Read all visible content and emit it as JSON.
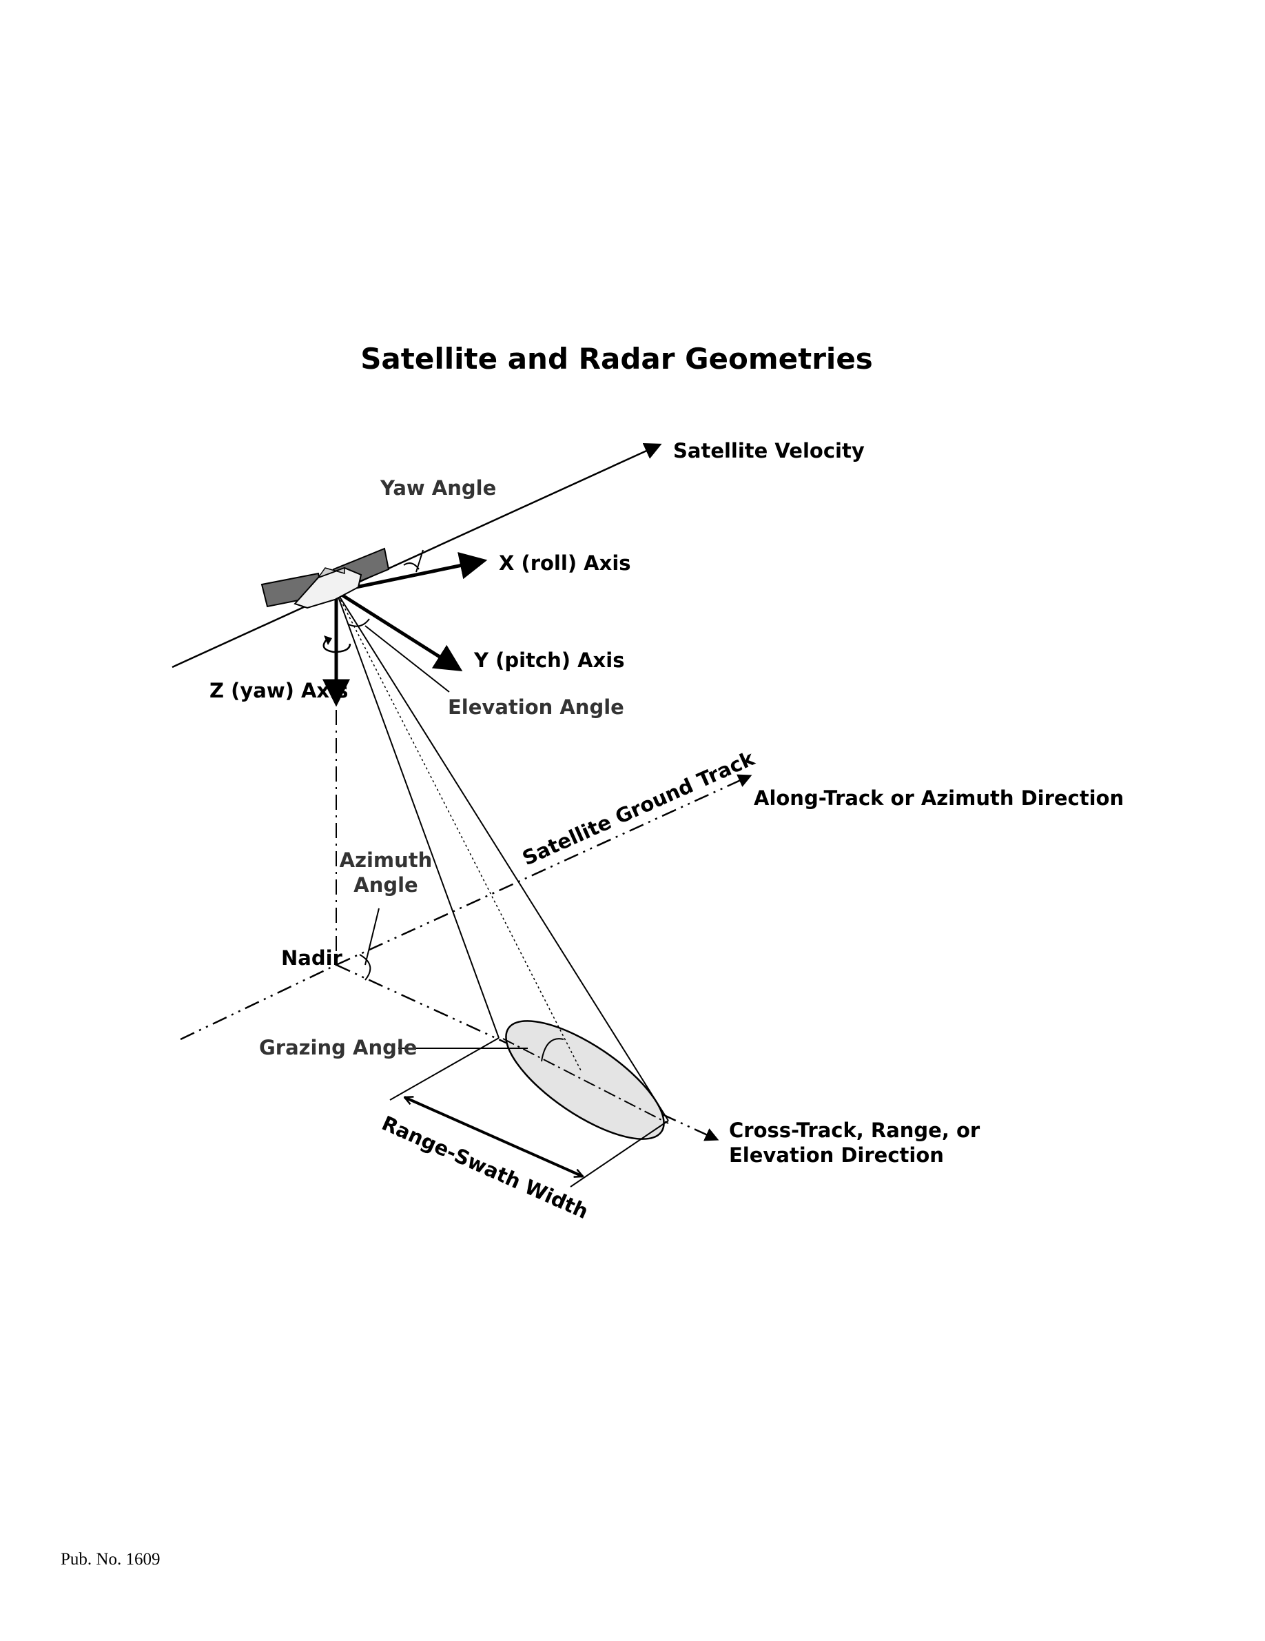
{
  "title": "Satellite and Radar Geometries",
  "labels": {
    "satellite_velocity": "Satellite Velocity",
    "yaw_angle": "Yaw Angle",
    "x_axis": "X (roll) Axis",
    "y_axis": "Y (pitch) Axis",
    "z_axis": "Z (yaw) Axis",
    "elevation_angle": "Elevation Angle",
    "ground_track": "Satellite Ground Track",
    "along_track": "Along-Track or Azimuth Direction",
    "azimuth_angle_line1": "Azimuth",
    "azimuth_angle_line2": "Angle",
    "nadir": "Nadir",
    "grazing_angle": "Grazing Angle",
    "range_swath": "Range-Swath Width",
    "cross_track_line1": "Cross-Track, Range, or",
    "cross_track_line2": "Elevation Direction"
  },
  "footer": "Pub. No. 1609",
  "colors": {
    "line": "#000000",
    "label_gray": "#333333",
    "panel": "#6e6e6e",
    "footprint": "#e4e4e4"
  }
}
